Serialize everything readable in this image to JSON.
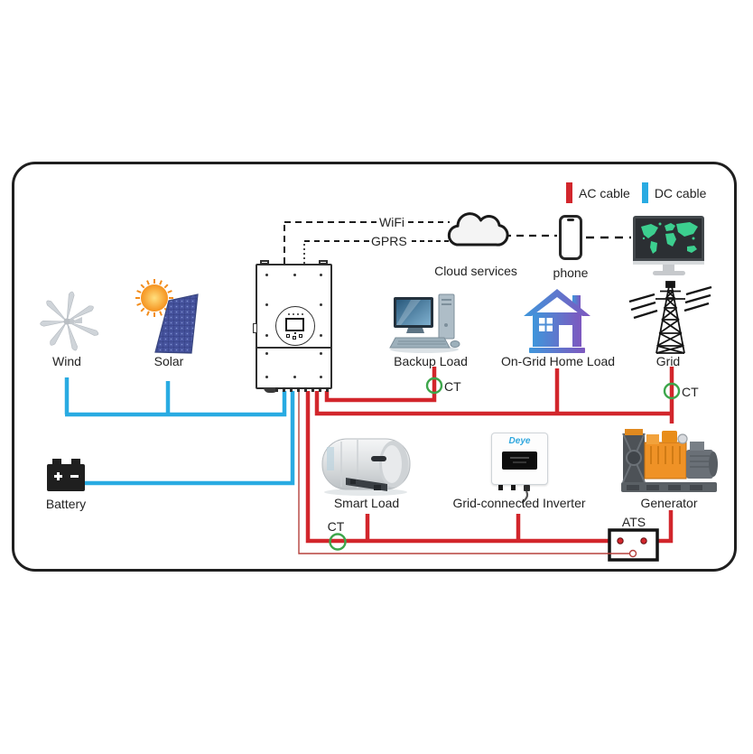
{
  "legend": {
    "ac_label": "AC cable",
    "dc_label": "DC cable"
  },
  "communication": {
    "wifi_label": "WiFi",
    "gprs_label": "GPRS",
    "cloud_label": "Cloud services",
    "phone_label": "phone"
  },
  "devices": {
    "wind": {
      "label": "Wind"
    },
    "solar": {
      "label": "Solar"
    },
    "battery": {
      "label": "Battery"
    },
    "backup_load": {
      "label": "Backup Load"
    },
    "on_grid_home_load": {
      "label": "On-Grid Home Load"
    },
    "grid": {
      "label": "Grid"
    },
    "smart_load": {
      "label": "Smart Load"
    },
    "grid_connected_inverter": {
      "label": "Grid-connected Inverter",
      "brand": "Deye"
    },
    "generator": {
      "label": "Generator"
    },
    "ats": {
      "label": "ATS"
    }
  },
  "ct_markers": {
    "backup": "CT",
    "grid": "CT",
    "smart": "CT"
  },
  "colors": {
    "ac_cable": "#d2262c",
    "dc_cable": "#29abe2",
    "ct_ring": "#3da64b",
    "outline": "#231f20"
  }
}
